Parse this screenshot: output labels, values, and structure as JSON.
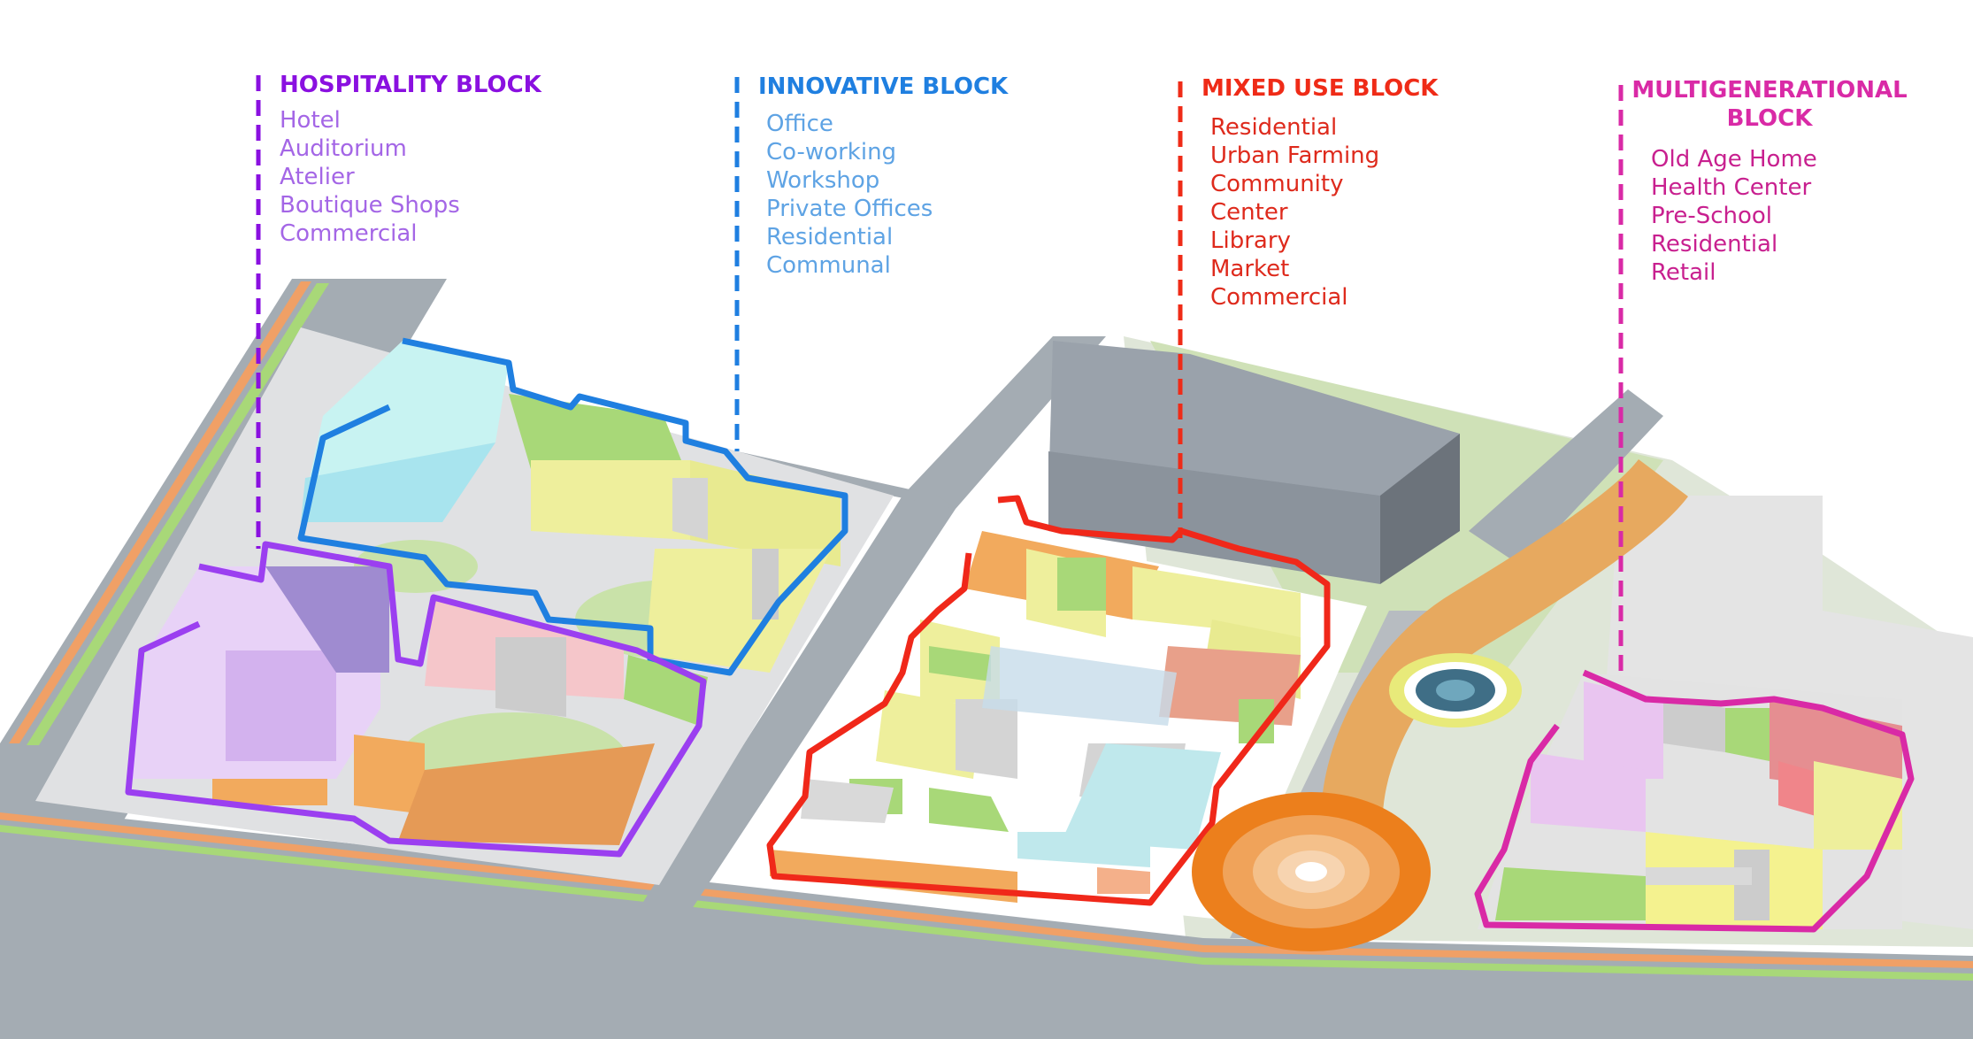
{
  "colors": {
    "hospitality": "#9b3ff0",
    "innovative": "#1f7fe0",
    "mixed_use": "#f0281a",
    "multigenerational": "#d92aa6",
    "road": "#9aa3ab",
    "green": "#a8d878"
  },
  "blocks": {
    "hospitality": {
      "title": "HOSPITALITY BLOCK",
      "items": [
        "Hotel",
        "Auditorium",
        "Atelier",
        "Boutique Shops",
        "Commercial"
      ]
    },
    "innovative": {
      "title": "INNOVATIVE BLOCK",
      "items": [
        "Office",
        "Co-working",
        "Workshop",
        "Private Offices",
        "Residential",
        "Communal"
      ]
    },
    "mixed_use": {
      "title": "MIXED USE BLOCK",
      "items": [
        "Residential",
        "Urban Farming",
        "Community",
        "Center",
        "Library",
        "Market",
        "Commercial"
      ]
    },
    "multigenerational": {
      "title": "MULTIGENERATIONAL BLOCK",
      "items": [
        "Old Age Home",
        "Health Center",
        "Pre-School",
        "Residential",
        "Retail"
      ]
    }
  }
}
